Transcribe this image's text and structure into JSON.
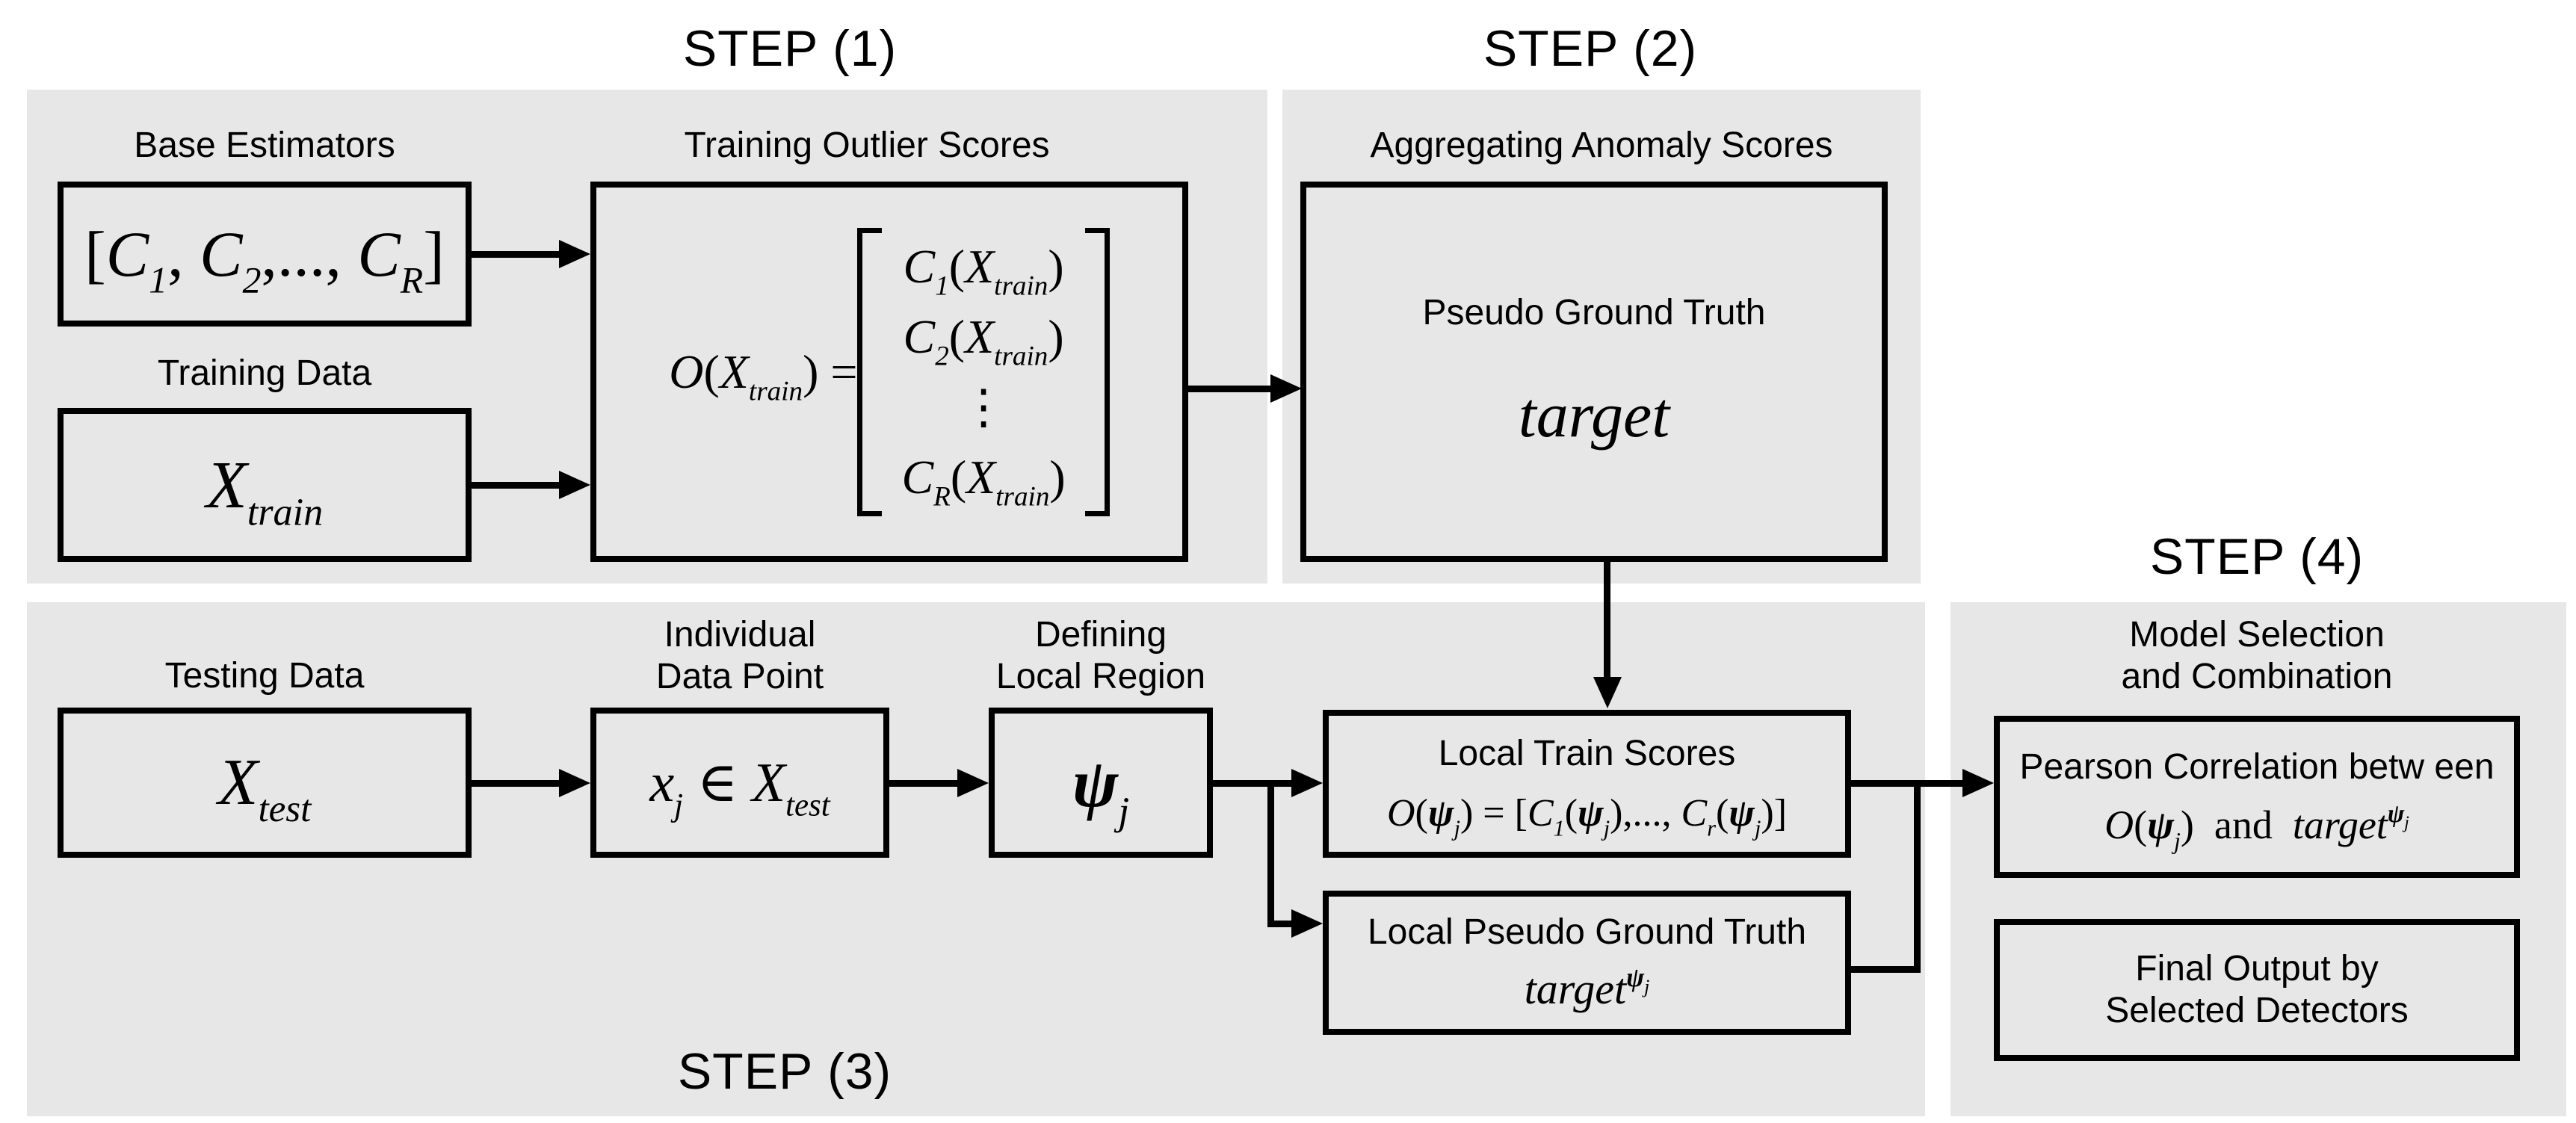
{
  "colors": {
    "panel_bg": "#e7e7e7",
    "ink": "#000000",
    "page_bg": "#ffffff"
  },
  "step_labels": {
    "step1": "STEP (1)",
    "step2": "STEP (2)",
    "step3": "STEP (3)",
    "step4": "STEP (4)"
  },
  "panel1": {
    "base_estimators": {
      "label": "Base Estimators",
      "formula": [
        {
          "k": "n",
          "v": "["
        },
        {
          "k": "i",
          "v": "C"
        },
        {
          "k": "sub",
          "v": "1"
        },
        {
          "k": "n",
          "v": ", "
        },
        {
          "k": "i",
          "v": "C"
        },
        {
          "k": "sub",
          "v": "2"
        },
        {
          "k": "n",
          "v": ",..., "
        },
        {
          "k": "i",
          "v": "C"
        },
        {
          "k": "sub",
          "v": "R"
        },
        {
          "k": "n",
          "v": "]"
        }
      ]
    },
    "training_data": {
      "label": "Training Data",
      "formula": [
        {
          "k": "i",
          "v": "X"
        },
        {
          "k": "sub",
          "v": "train"
        }
      ]
    },
    "training_outlier_scores": {
      "label": "Training Outlier Scores",
      "lhs": [
        {
          "k": "i",
          "v": "O"
        },
        {
          "k": "n",
          "v": "("
        },
        {
          "k": "i",
          "v": "X"
        },
        {
          "k": "sub",
          "v": "train"
        },
        {
          "k": "n",
          "v": ") = "
        }
      ],
      "matrix_rows": [
        [
          {
            "k": "i",
            "v": "C"
          },
          {
            "k": "sub",
            "v": "1"
          },
          {
            "k": "n",
            "v": "("
          },
          {
            "k": "i",
            "v": "X"
          },
          {
            "k": "sub",
            "v": "train"
          },
          {
            "k": "n",
            "v": ")"
          }
        ],
        [
          {
            "k": "i",
            "v": "C"
          },
          {
            "k": "sub",
            "v": "2"
          },
          {
            "k": "n",
            "v": "("
          },
          {
            "k": "i",
            "v": "X"
          },
          {
            "k": "sub",
            "v": "train"
          },
          {
            "k": "n",
            "v": ")"
          }
        ],
        [
          {
            "k": "n",
            "v": "⋮"
          }
        ],
        [
          {
            "k": "i",
            "v": "C"
          },
          {
            "k": "sub",
            "v": "R"
          },
          {
            "k": "n",
            "v": "("
          },
          {
            "k": "i",
            "v": "X"
          },
          {
            "k": "sub",
            "v": "train"
          },
          {
            "k": "n",
            "v": ")"
          }
        ]
      ]
    }
  },
  "panel2": {
    "aggregating_anomaly_scores": {
      "label": "Aggregating Anomaly Scores",
      "box_title": "Pseudo Ground Truth",
      "formula": [
        {
          "k": "i",
          "v": "target"
        }
      ]
    }
  },
  "panel3": {
    "testing_data": {
      "label": "Testing Data",
      "formula": [
        {
          "k": "i",
          "v": "X"
        },
        {
          "k": "sub",
          "v": "test"
        }
      ]
    },
    "individual_data_point": {
      "label_line1": "Individual",
      "label_line2": "Data Point",
      "formula": [
        {
          "k": "i",
          "v": "x"
        },
        {
          "k": "sub",
          "v": "j"
        },
        {
          "k": "n",
          "v": " ∈ "
        },
        {
          "k": "i",
          "v": "X"
        },
        {
          "k": "sub",
          "v": "test"
        }
      ]
    },
    "defining_local_region": {
      "label_line1": "Defining",
      "label_line2": "Local Region",
      "formula": [
        {
          "k": "bi",
          "v": "ψ"
        },
        {
          "k": "sub",
          "v": "j"
        }
      ]
    },
    "local_train_scores": {
      "title": "Local Train Scores",
      "formula": [
        {
          "k": "i",
          "v": "O"
        },
        {
          "k": "n",
          "v": "("
        },
        {
          "k": "bi",
          "v": "ψ"
        },
        {
          "k": "sub",
          "v": "j"
        },
        {
          "k": "n",
          "v": ") = ["
        },
        {
          "k": "i",
          "v": "C"
        },
        {
          "k": "sub",
          "v": "1"
        },
        {
          "k": "n",
          "v": "("
        },
        {
          "k": "bi",
          "v": "ψ"
        },
        {
          "k": "sub",
          "v": "j"
        },
        {
          "k": "n",
          "v": "),..., "
        },
        {
          "k": "i",
          "v": "C"
        },
        {
          "k": "sub",
          "v": "r"
        },
        {
          "k": "n",
          "v": "("
        },
        {
          "k": "bi",
          "v": "ψ"
        },
        {
          "k": "sub",
          "v": "j"
        },
        {
          "k": "n",
          "v": ")]"
        }
      ]
    },
    "local_pseudo_ground_truth": {
      "title": "Local Pseudo Ground Truth",
      "formula": [
        {
          "k": "i",
          "v": "target"
        },
        {
          "k": "sup",
          "v": [
            {
              "k": "bi",
              "v": "ψ"
            },
            {
              "k": "sub",
              "v": "j"
            }
          ]
        }
      ]
    }
  },
  "panel4": {
    "model_selection": {
      "label_line1": "Model Selection",
      "label_line2": "and Combination"
    },
    "pearson_correlation": {
      "title": "Pearson Correlation betw een",
      "formula": [
        {
          "k": "i",
          "v": "O"
        },
        {
          "k": "n",
          "v": "("
        },
        {
          "k": "bi",
          "v": "ψ"
        },
        {
          "k": "sub",
          "v": "j"
        },
        {
          "k": "n",
          "v": ")  and  "
        },
        {
          "k": "i",
          "v": "target"
        },
        {
          "k": "sup",
          "v": [
            {
              "k": "bi",
              "v": "ψ"
            },
            {
              "k": "sub",
              "v": "j"
            }
          ]
        }
      ]
    },
    "final_output": {
      "line1": "Final Output by",
      "line2": "Selected Detectors"
    }
  }
}
